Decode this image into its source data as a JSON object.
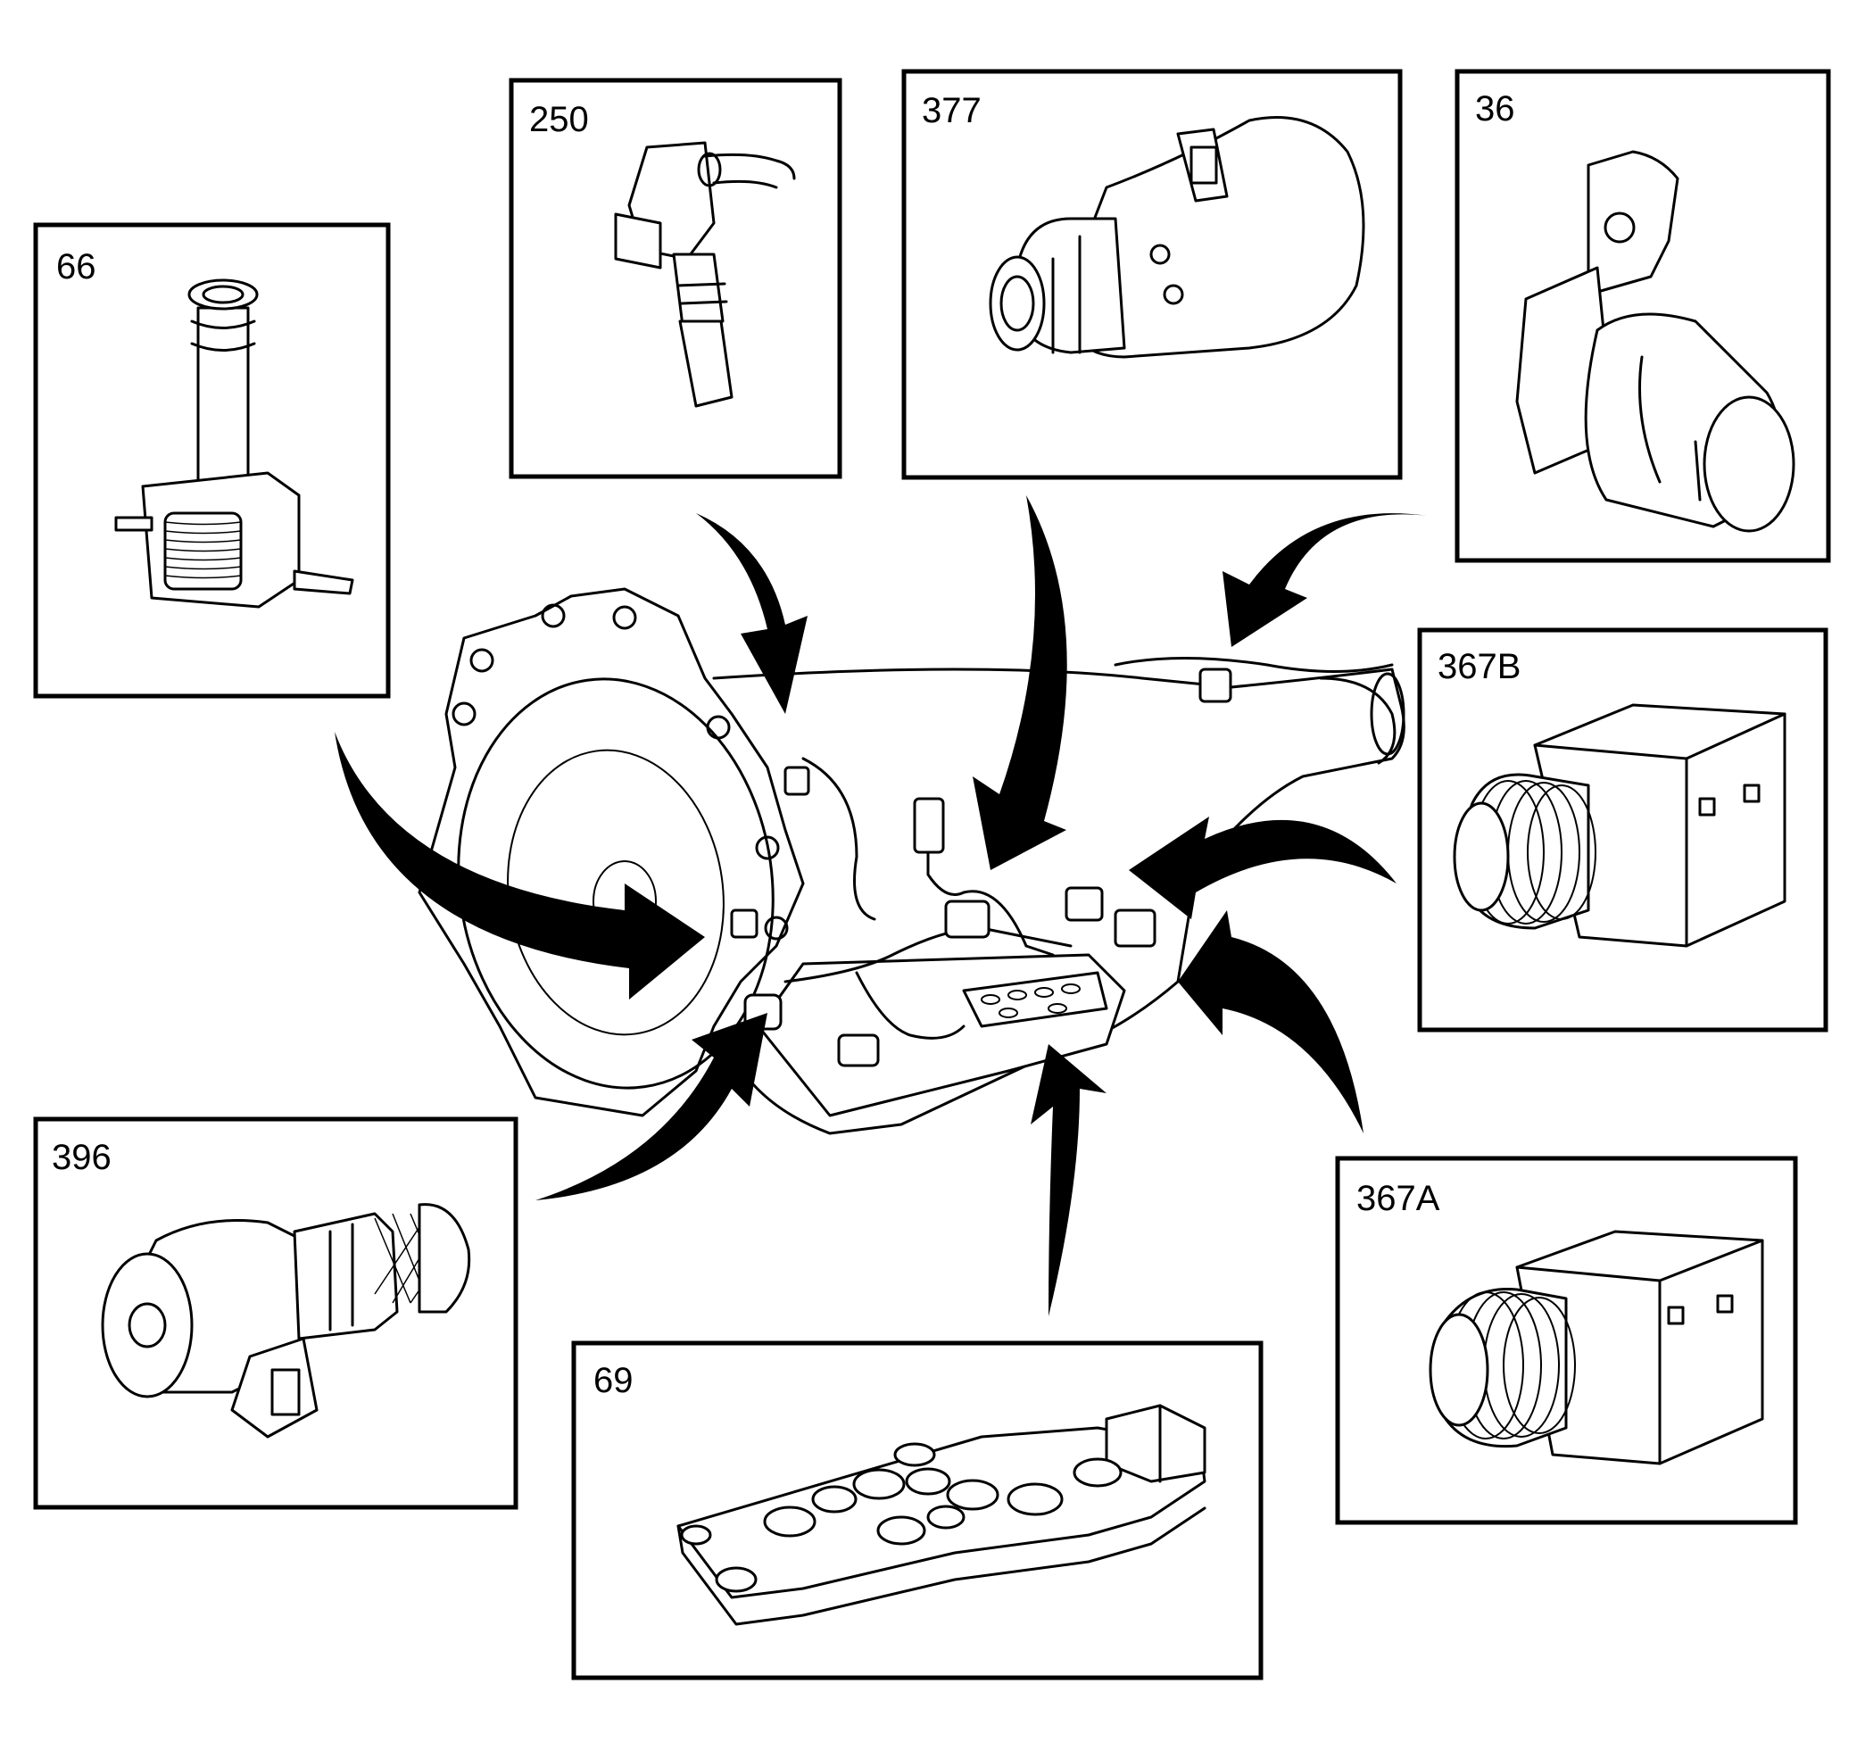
{
  "callouts": [
    {
      "id": "250",
      "label": "250"
    },
    {
      "id": "377",
      "label": "377"
    },
    {
      "id": "36",
      "label": "36"
    },
    {
      "id": "66",
      "label": "66"
    },
    {
      "id": "367B",
      "label": "367B"
    },
    {
      "id": "396",
      "label": "396"
    },
    {
      "id": "367A",
      "label": "367A"
    },
    {
      "id": "69",
      "label": "69"
    }
  ],
  "colors": {
    "ink": "#000000",
    "paper": "#ffffff"
  }
}
